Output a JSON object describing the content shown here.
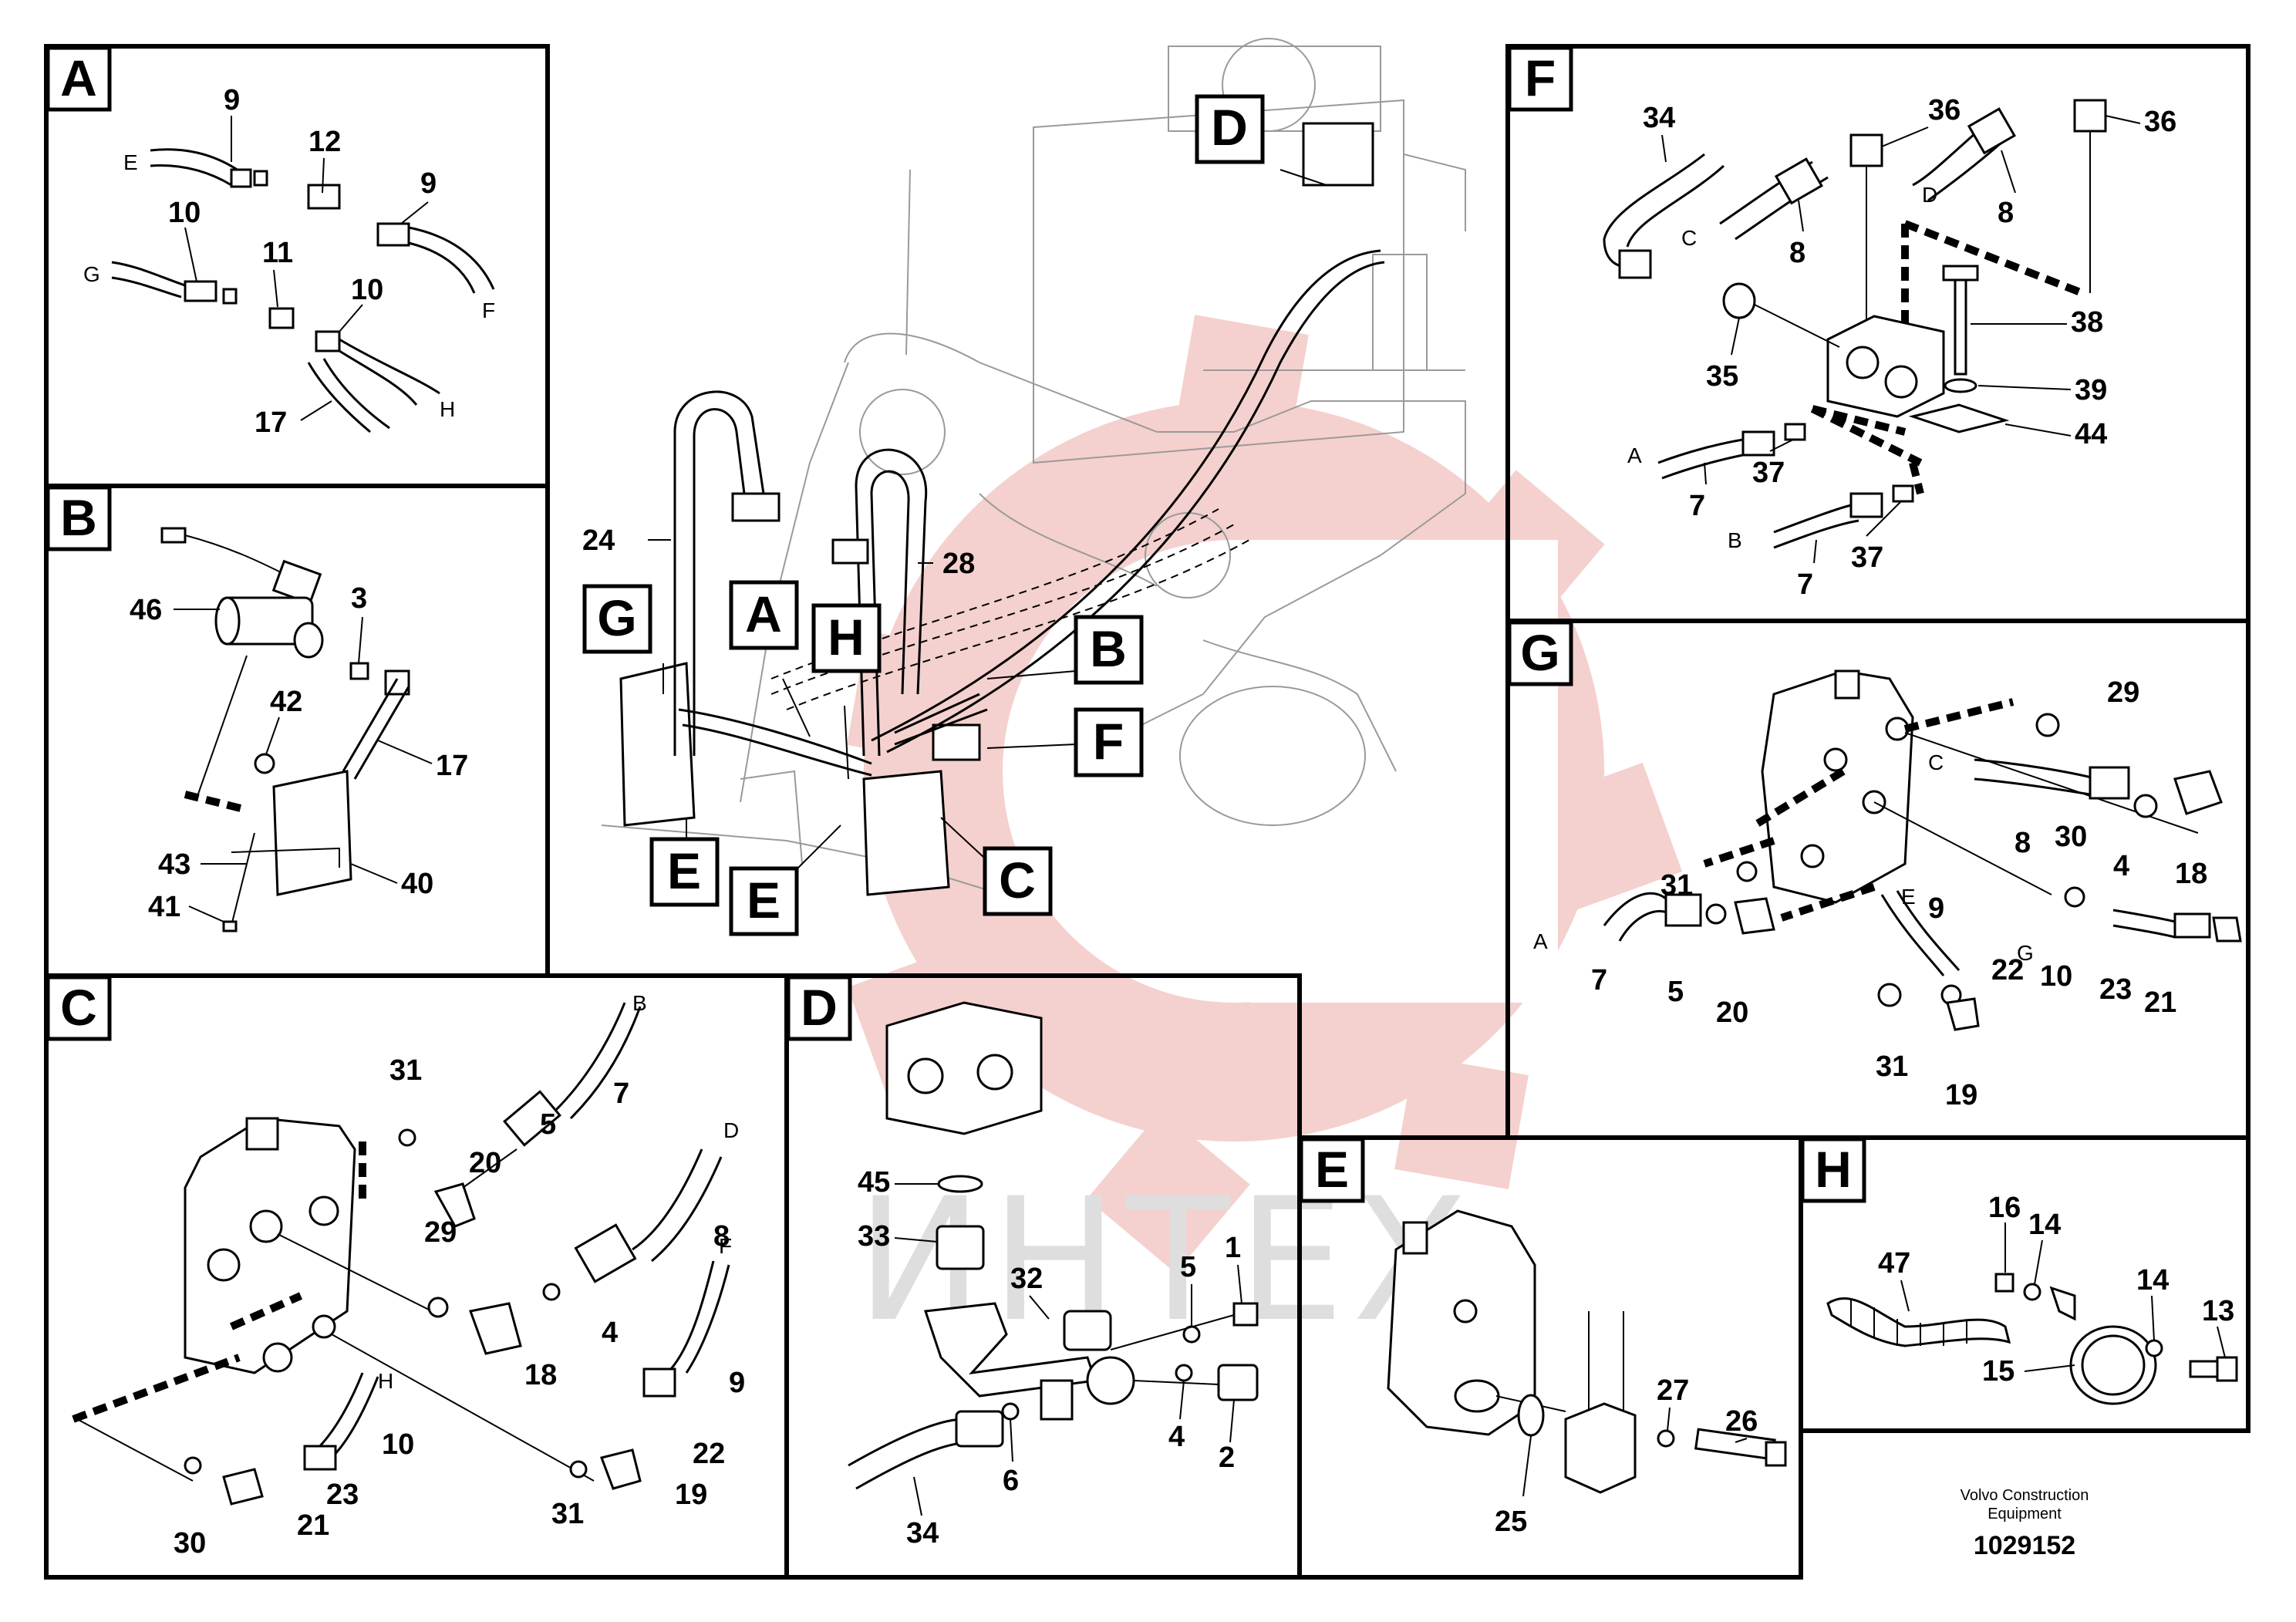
{
  "title": "",
  "watermark": {
    "text": "ИНТЕХ",
    "gear_color": "#f3c9c6"
  },
  "footer": {
    "company_line1": "Volvo Construction",
    "company_line2": "Equipment",
    "doc_number": "1029152"
  },
  "overview": {
    "callouts": [
      "D",
      "G",
      "A",
      "H",
      "B",
      "F",
      "E",
      "E",
      "C"
    ],
    "part_labels": [
      "24",
      "28"
    ]
  },
  "panels": {
    "A": {
      "letter": "A",
      "part_labels": [
        "9",
        "12",
        "9",
        "10",
        "11",
        "10",
        "17"
      ],
      "connection_labels": [
        "E",
        "F",
        "G",
        "H"
      ]
    },
    "B": {
      "letter": "B",
      "part_labels": [
        "46",
        "3",
        "42",
        "17",
        "43",
        "40",
        "41"
      ]
    },
    "C": {
      "letter": "C",
      "part_labels": [
        "31",
        "7",
        "5",
        "20",
        "29",
        "8",
        "4",
        "18",
        "9",
        "10",
        "22",
        "23",
        "31",
        "19",
        "30",
        "21"
      ],
      "connection_labels": [
        "B",
        "D",
        "F",
        "H"
      ]
    },
    "D": {
      "letter": "D",
      "part_labels": [
        "45",
        "33",
        "32",
        "5",
        "1",
        "4",
        "2",
        "6",
        "34"
      ]
    },
    "E": {
      "letter": "E",
      "part_labels": [
        "27",
        "26",
        "25"
      ]
    },
    "F": {
      "letter": "F",
      "part_labels": [
        "34",
        "36",
        "36",
        "8",
        "8",
        "38",
        "35",
        "39",
        "44",
        "37",
        "7",
        "37",
        "7"
      ],
      "connection_labels": [
        "C",
        "D",
        "A",
        "B"
      ]
    },
    "G": {
      "letter": "G",
      "part_labels": [
        "29",
        "8",
        "4",
        "18",
        "30",
        "31",
        "9",
        "7",
        "5",
        "20",
        "10",
        "23",
        "21",
        "22",
        "31",
        "19"
      ],
      "connection_labels": [
        "C",
        "A",
        "E",
        "G"
      ]
    },
    "H": {
      "letter": "H",
      "part_labels": [
        "16",
        "14",
        "47",
        "14",
        "13",
        "15"
      ]
    }
  }
}
